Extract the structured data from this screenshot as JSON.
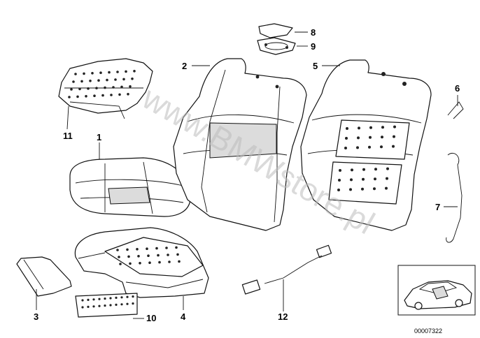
{
  "watermark": "www.BMWstore.pl",
  "diagram_code": "00007322",
  "callouts": {
    "c1": "1",
    "c2": "2",
    "c3": "3",
    "c4": "4",
    "c5": "5",
    "c6": "6",
    "c7": "7",
    "c8": "8",
    "c9": "9",
    "c10": "10",
    "c11": "11",
    "c12": "12"
  }
}
